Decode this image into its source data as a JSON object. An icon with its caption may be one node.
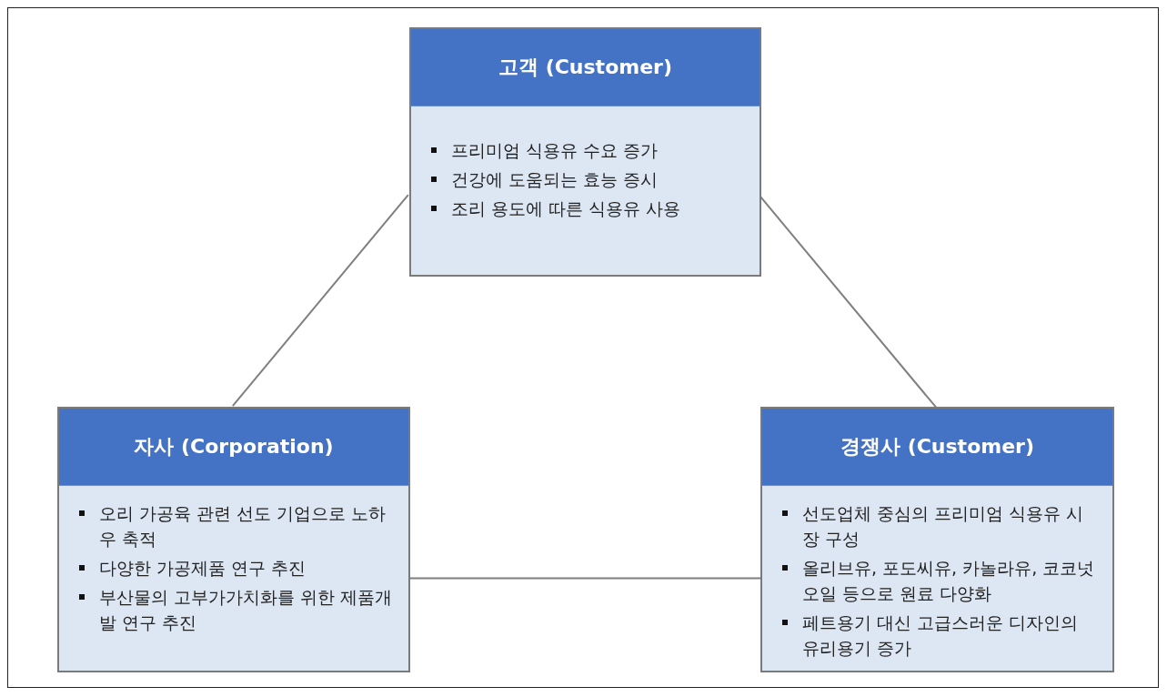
{
  "diagram": {
    "nodes": [
      {
        "text": [
          "고객 (Customer)",
          "프리미엄 식용유 수요 증가",
          "건강에 도움되는 효능 증시",
          "조리 용도에 따른 식용유 사용"
        ]
      },
      {
        "text": [
          "자사 (Corporation)",
          "오리 가공육 관련 선도 기업으로 노하우 축적",
          "다양한 가공제품 연구 추진",
          "부산물의 고부가가치화를 위한 제품개발 연구 추진"
        ]
      },
      {
        "text": [
          "경쟁사 (Customer)",
          "선도업체 중심의 프리미엄 식용유 시장 구성",
          "올리브유, 포도씨유, 카놀라유, 코코넛오일 등으로 원료 다양화",
          "페트용기 대신 고급스러운 디자인의 유리용기 증가"
        ]
      }
    ],
    "edges": [
      {
        "from": 0,
        "to": 1,
        "arrow": "none"
      },
      {
        "from": 0,
        "to": 2,
        "arrow": "none"
      },
      {
        "from": 1,
        "to": 2,
        "arrow": "none"
      }
    ]
  }
}
